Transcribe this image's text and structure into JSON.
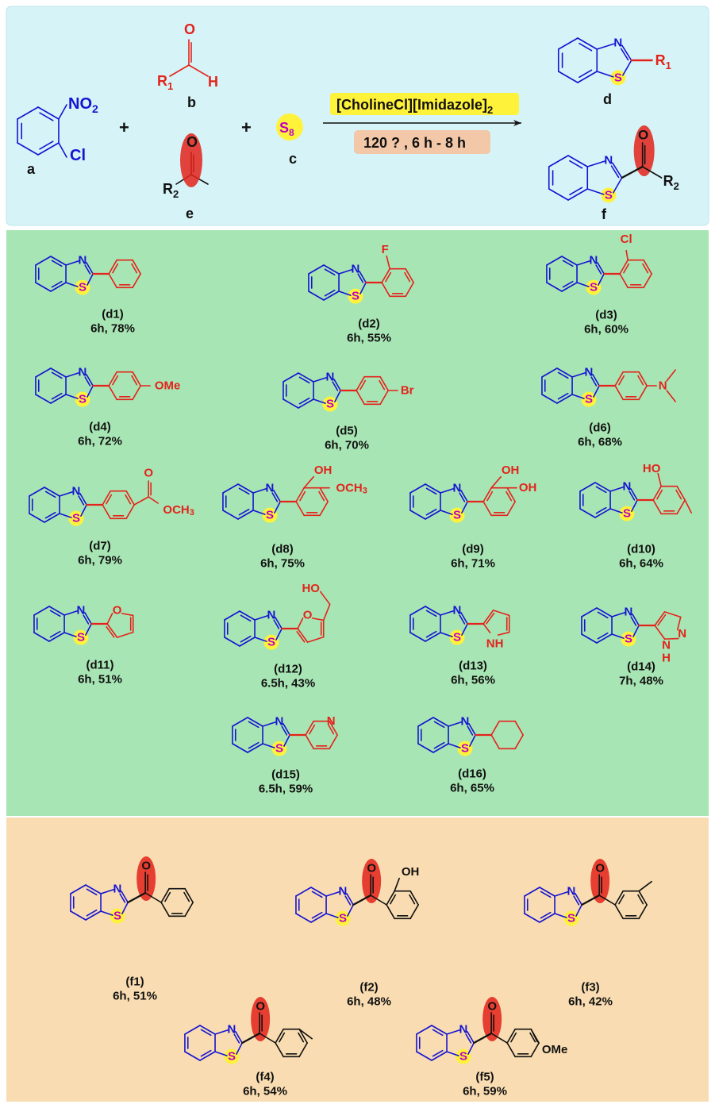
{
  "colors": {
    "panel_top": "#d6f3f7",
    "panel_green": "#a8e5b4",
    "panel_orange": "#f9dcb1",
    "blue": "#1414d2",
    "red": "#e3231b",
    "magenta": "#c000c0",
    "yellow": "#fff23a",
    "black": "#111111"
  },
  "reaction": {
    "label_a": "a",
    "label_b": "b",
    "label_c": "c",
    "label_d": "d",
    "label_e": "e",
    "label_f": "f",
    "no2": "NO",
    "no2_sub": "2",
    "cl": "Cl",
    "r1": "R",
    "r1_sub": "1",
    "r2": "R",
    "r2_sub": "2",
    "o": "O",
    "h": "H",
    "s8": "S",
    "s8_sub": "8",
    "plus": "+",
    "catalyst": "[CholineCl][Imidazole]",
    "catalyst_sub": "2",
    "conditions": "120 ?  , 6 h - 8 h",
    "n": "N",
    "s": "S"
  },
  "products_d": [
    {
      "id": "(d1)",
      "cond": "6h, 78%"
    },
    {
      "id": "(d2)",
      "cond": "6h, 55%"
    },
    {
      "id": "(d3)",
      "cond": "6h, 60%"
    },
    {
      "id": "(d4)",
      "cond": "6h, 72%"
    },
    {
      "id": "(d5)",
      "cond": "6h, 70%"
    },
    {
      "id": "(d6)",
      "cond": "6h, 68%"
    },
    {
      "id": "(d7)",
      "cond": "6h, 79%"
    },
    {
      "id": "(d8)",
      "cond": "6h, 75%"
    },
    {
      "id": "(d9)",
      "cond": "6h, 71%"
    },
    {
      "id": "(d10)",
      "cond": "6h, 64%"
    },
    {
      "id": "(d11)",
      "cond": "6h, 51%"
    },
    {
      "id": "(d12)",
      "cond": "6.5h, 43%"
    },
    {
      "id": "(d13)",
      "cond": "6h, 56%"
    },
    {
      "id": "(d14)",
      "cond": "7h, 48%"
    },
    {
      "id": "(d15)",
      "cond": "6.5h, 59%"
    },
    {
      "id": "(d16)",
      "cond": "6h, 65%"
    }
  ],
  "products_f": [
    {
      "id": "(f1)",
      "cond": "6h, 51%"
    },
    {
      "id": "(f2)",
      "cond": "6h, 48%"
    },
    {
      "id": "(f3)",
      "cond": "6h, 42%"
    },
    {
      "id": "(f4)",
      "cond": "6h, 54%"
    },
    {
      "id": "(f5)",
      "cond": "6h, 59%"
    }
  ],
  "substituents": {
    "f": "F",
    "cl": "Cl",
    "ome": "OMe",
    "br": "Br",
    "n": "N",
    "o": "O",
    "och3": "OCH",
    "och3_sub": "3",
    "och3_ester": "OCH",
    "oh": "OH",
    "ho": "HO",
    "nh": "NH",
    "h": "H"
  }
}
